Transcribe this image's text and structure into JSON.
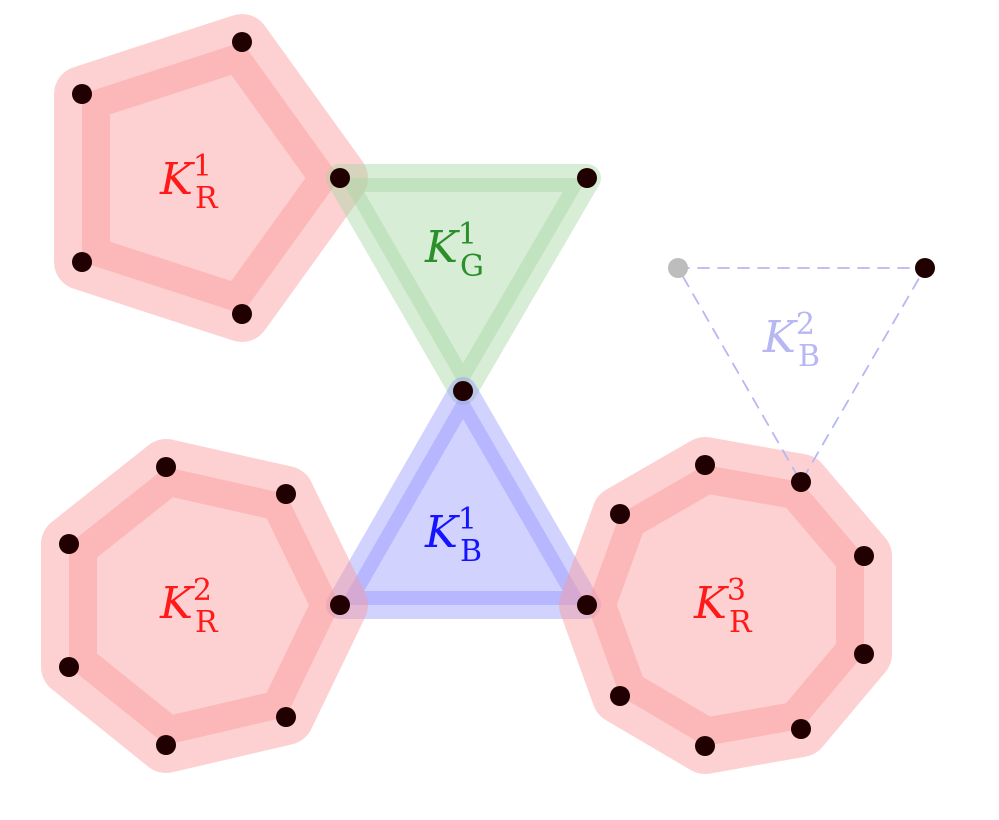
{
  "colors": {
    "red": "#ff1a1a",
    "red_fill": "#fb9a9a",
    "green": "#2b8f2b",
    "green_fill": "#a9d6a3",
    "blue": "#1414ff",
    "blue_fill": "#8f8fff",
    "faded_blue": "#b7b7f4",
    "vertex": "#200000",
    "faded_vertex": "#bdbdbd"
  },
  "labels": {
    "kr1": {
      "base": "K",
      "sup": "1",
      "sub": "R"
    },
    "kg1": {
      "base": "K",
      "sup": "1",
      "sub": "G"
    },
    "kb2": {
      "base": "K",
      "sup": "2",
      "sub": "B"
    },
    "kb1": {
      "base": "K",
      "sup": "1",
      "sub": "B"
    },
    "kr2": {
      "base": "K",
      "sup": "2",
      "sub": "R"
    },
    "kr3": {
      "base": "K",
      "sup": "3",
      "sub": "R"
    }
  }
}
